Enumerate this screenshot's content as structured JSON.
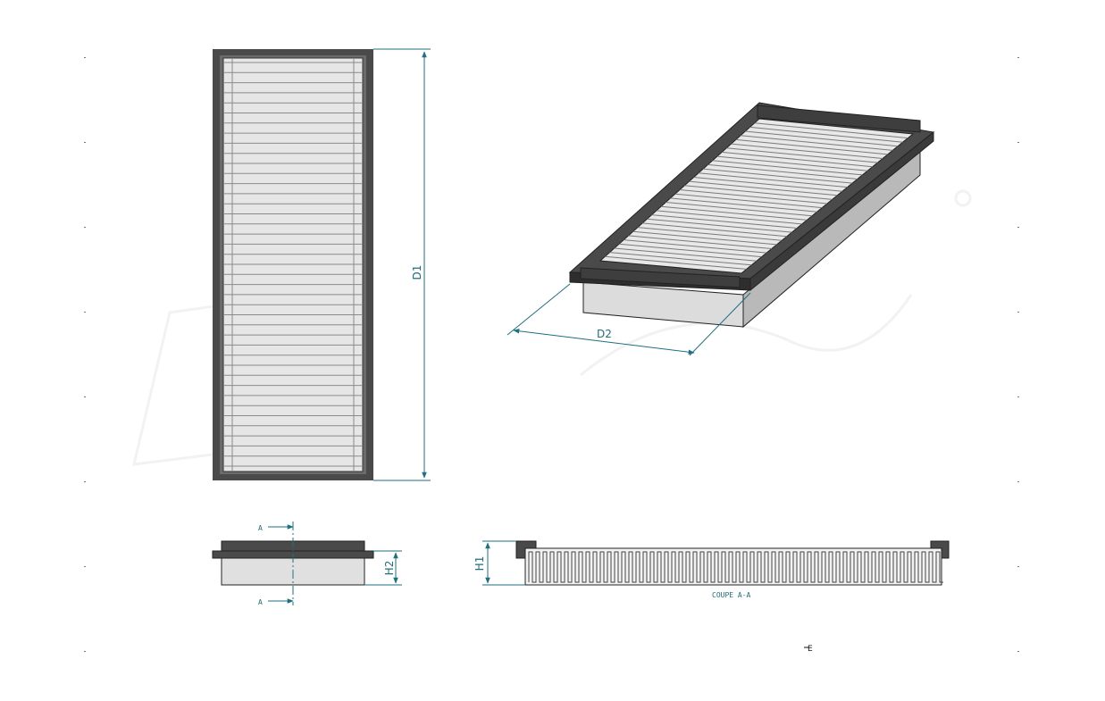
{
  "drawing": {
    "labels": {
      "d1": "D1",
      "d2": "D2",
      "h1": "H1",
      "h2": "H2",
      "section_top": "A",
      "section_bottom": "A",
      "section_caption": "COUPE A-A",
      "corner_mark": "E"
    },
    "colors": {
      "frame": "#4a4a4a",
      "pleat_fill": "#e6e6e6",
      "pleat_line": "#8a8a8a",
      "dimension": "#1e6f80",
      "body": "#dcdcdc",
      "body_dark": "#b9b9b9"
    }
  }
}
